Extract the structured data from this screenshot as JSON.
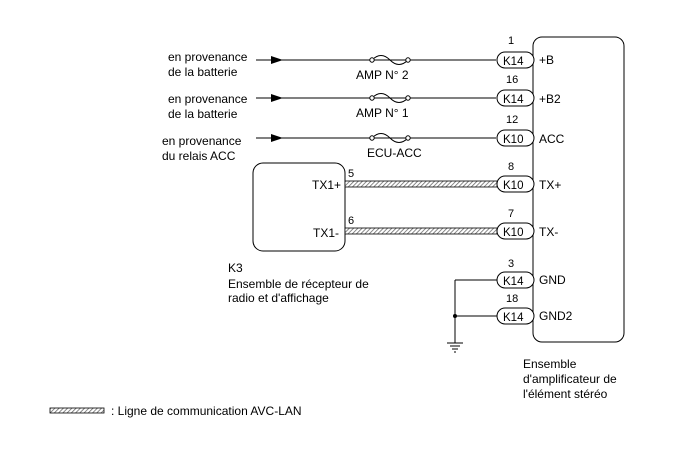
{
  "sources": [
    {
      "line1": "en provenance",
      "line2": "de la batterie",
      "fuse": "AMP N° 2",
      "pin": "1",
      "connector": "K14",
      "terminal": "+B"
    },
    {
      "line1": "en provenance",
      "line2": "de la batterie",
      "fuse": "AMP N° 1",
      "pin": "16",
      "connector": "K14",
      "terminal": "+B2"
    },
    {
      "line1": "en provenance",
      "line2": "du relais ACC",
      "fuse": "ECU-ACC",
      "pin": "12",
      "connector": "K10",
      "terminal": "ACC"
    }
  ],
  "comm_lines": [
    {
      "src_terminal": "TX1+",
      "src_pin": "5",
      "pin": "8",
      "connector": "K10",
      "terminal": "TX+"
    },
    {
      "src_terminal": "TX1-",
      "src_pin": "6",
      "pin": "7",
      "connector": "K10",
      "terminal": "TX-"
    }
  ],
  "grounds": [
    {
      "pin": "3",
      "connector": "K14",
      "terminal": "GND"
    },
    {
      "pin": "18",
      "connector": "K14",
      "terminal": "GND2"
    }
  ],
  "left_component": {
    "code": "K3",
    "name_line1": "Ensemble de récepteur de",
    "name_line2": "radio et d'affichage"
  },
  "right_component": {
    "name_line1": "Ensemble",
    "name_line2": "d'amplificateur de",
    "name_line3": "l'élément stéréo"
  },
  "legend": {
    "text": ": Ligne de communication AVC-LAN"
  },
  "colors": {
    "line": "#000000",
    "hatch": "#777777"
  }
}
